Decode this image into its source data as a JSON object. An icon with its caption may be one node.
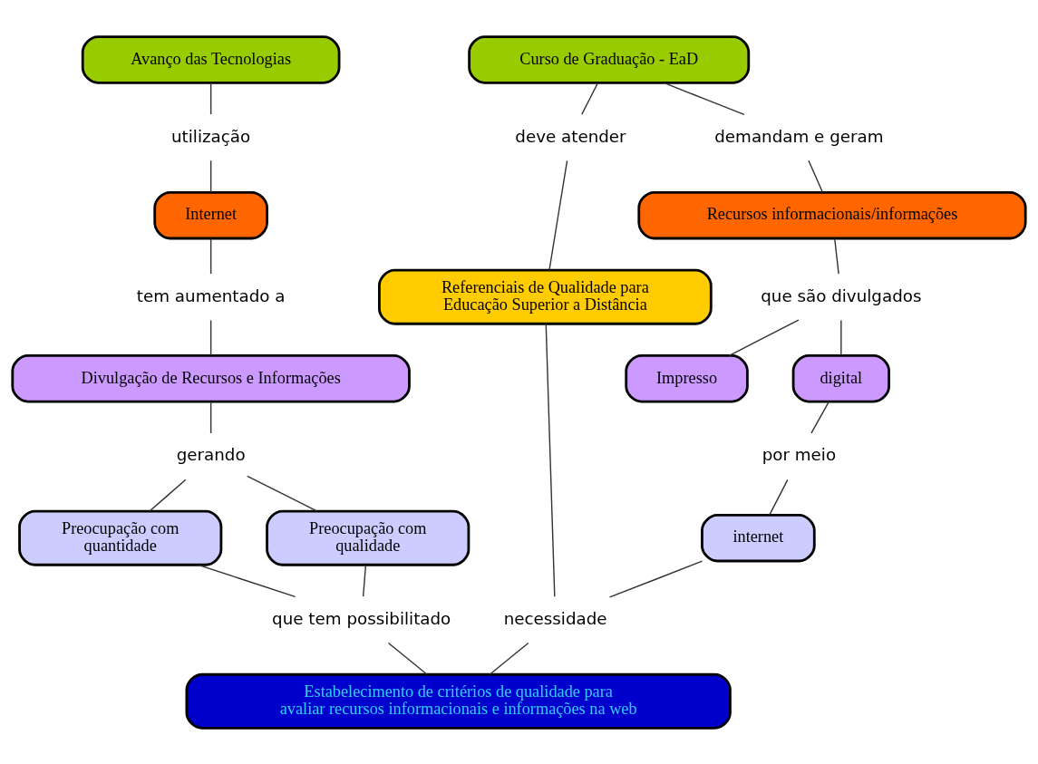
{
  "diagram": {
    "nodes": [
      {
        "text": [
          "Avanço das Tecnologias"
        ]
      },
      {
        "text": [
          "utilização"
        ]
      },
      {
        "text": [
          "Internet"
        ]
      },
      {
        "text": [
          "tem aumentado a"
        ]
      },
      {
        "text": [
          "Divulgação de Recursos e Informações"
        ]
      },
      {
        "text": [
          "gerando"
        ]
      },
      {
        "text": [
          "Preocupação com quantidade"
        ]
      },
      {
        "text": [
          "Preocupação com qualidade"
        ]
      },
      {
        "text": [
          "que tem possibilitado"
        ]
      },
      {
        "text": [
          "Curso de Graduação - EaD"
        ]
      },
      {
        "text": [
          "deve atender"
        ]
      },
      {
        "text": [
          "demandam e geram"
        ]
      },
      {
        "text": [
          "Recursos informacionais/informações"
        ]
      },
      {
        "text": [
          "que são divulgados"
        ]
      },
      {
        "text": [
          "Impresso"
        ]
      },
      {
        "text": [
          "digital"
        ]
      },
      {
        "text": [
          "por meio"
        ]
      },
      {
        "text": [
          "internet"
        ]
      },
      {
        "text": [
          "Referenciais de Qualidade para Educação Superior a Distância"
        ]
      },
      {
        "text": [
          "necessidade"
        ]
      },
      {
        "text": [
          "Estabelecimento de critérios de qualidade para avaliar recursos informacionais e informações na web"
        ]
      }
    ],
    "edges": [
      {
        "from": 0,
        "to": 1,
        "arrow": "none"
      },
      {
        "from": 1,
        "to": 2,
        "arrow": "none"
      },
      {
        "from": 2,
        "to": 3,
        "arrow": "none"
      },
      {
        "from": 3,
        "to": 4,
        "arrow": "none"
      },
      {
        "from": 4,
        "to": 5,
        "arrow": "none"
      },
      {
        "from": 5,
        "to": 6,
        "arrow": "none"
      },
      {
        "from": 5,
        "to": 7,
        "arrow": "none"
      },
      {
        "from": 6,
        "to": 8,
        "arrow": "none"
      },
      {
        "from": 7,
        "to": 8,
        "arrow": "none"
      },
      {
        "from": 8,
        "to": 20,
        "arrow": "none"
      },
      {
        "from": 9,
        "to": 10,
        "arrow": "none"
      },
      {
        "from": 10,
        "to": 18,
        "arrow": "none"
      },
      {
        "from": 9,
        "to": 11,
        "arrow": "none"
      },
      {
        "from": 11,
        "to": 12,
        "arrow": "none"
      },
      {
        "from": 12,
        "to": 13,
        "arrow": "none"
      },
      {
        "from": 13,
        "to": 14,
        "arrow": "none"
      },
      {
        "from": 13,
        "to": 15,
        "arrow": "none"
      },
      {
        "from": 15,
        "to": 16,
        "arrow": "none"
      },
      {
        "from": 16,
        "to": 17,
        "arrow": "none"
      },
      {
        "from": 17,
        "to": 19,
        "arrow": "none"
      },
      {
        "from": 18,
        "to": 19,
        "arrow": "none"
      },
      {
        "from": 19,
        "to": 20,
        "arrow": "none"
      }
    ]
  }
}
